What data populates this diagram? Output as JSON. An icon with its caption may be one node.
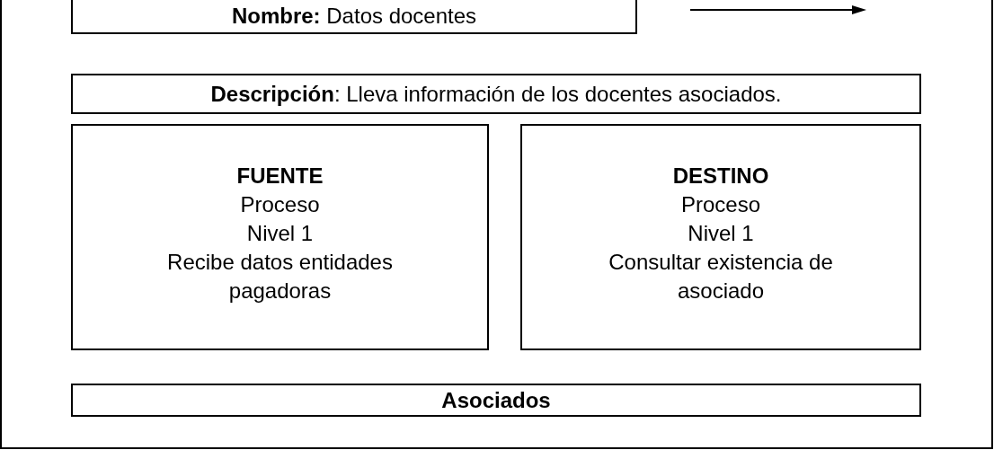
{
  "diagram": {
    "nodes": [
      {
        "text": [],
        "shape": "box"
      },
      {
        "text": [
          "**Nombre:** Datos docentes"
        ],
        "in": 0
      },
      {
        "text": [
          "**Descripción**: Lleva información de los docentes asociados."
        ],
        "in": 0
      },
      {
        "text": [
          "FUENTE",
          "Proceso",
          "Nivel 1",
          "Recibe datos entidades pagadoras"
        ],
        "in": 0
      },
      {
        "text": [
          "DESTINO",
          "Proceso",
          "Nivel 1",
          "Consultar existencia de asociado"
        ],
        "in": 0
      },
      {
        "text": [
          "Asociados"
        ],
        "in": 0
      }
    ]
  }
}
